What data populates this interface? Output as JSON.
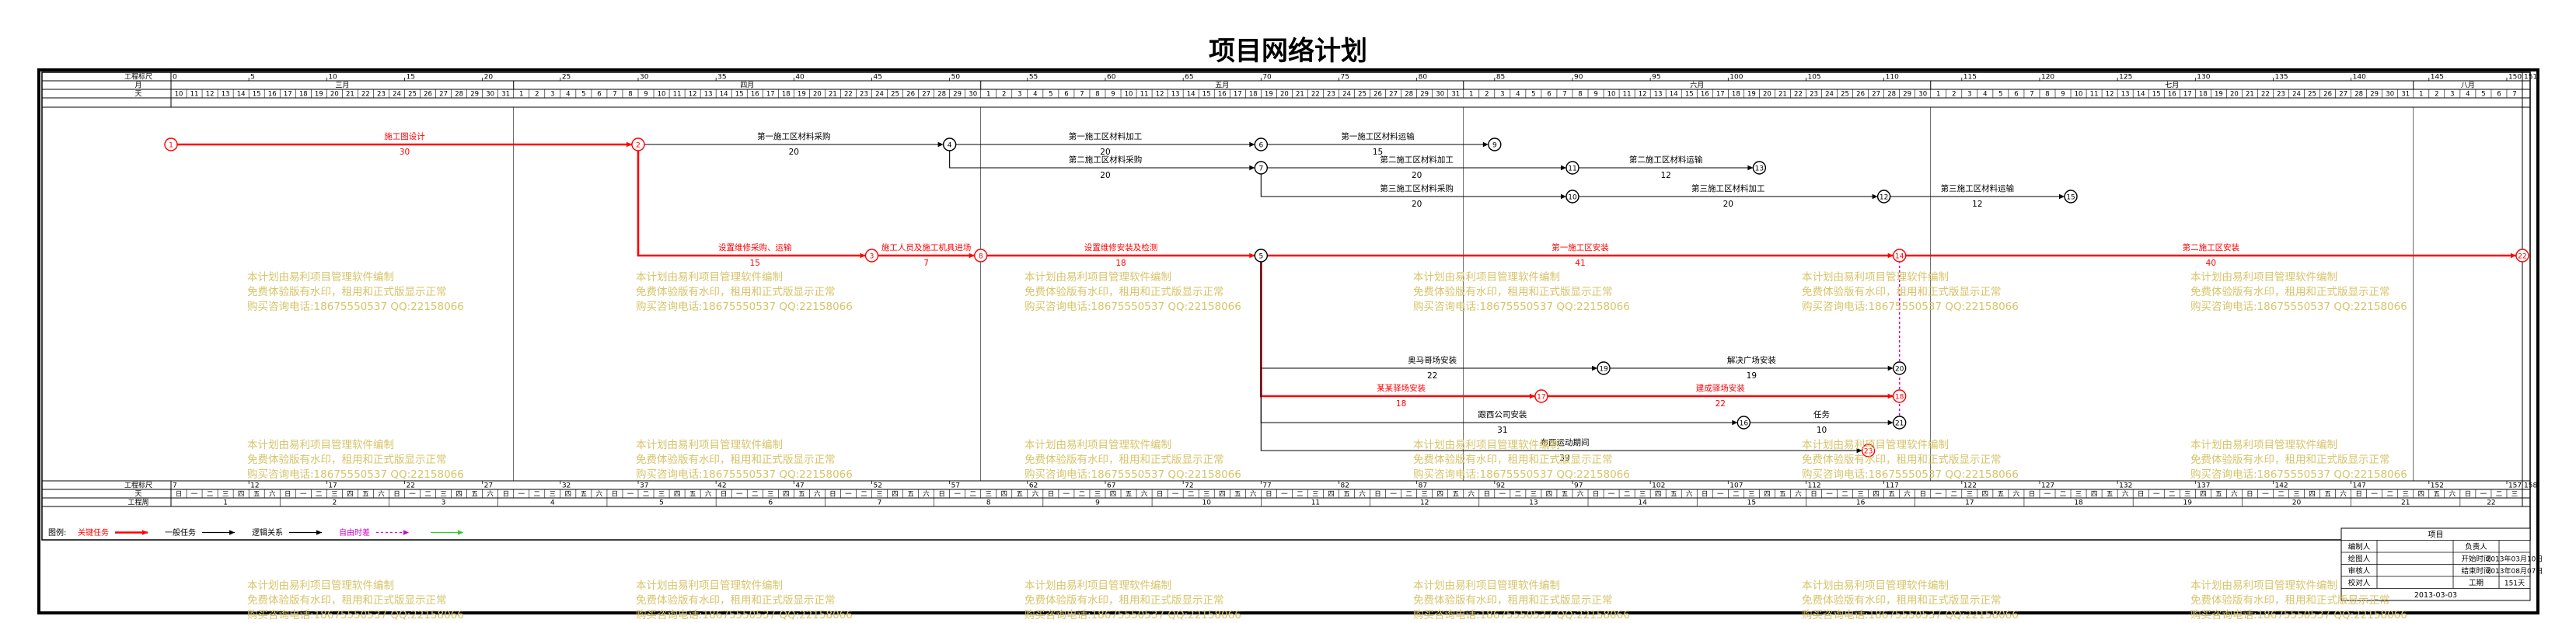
{
  "title": "项目网络计划",
  "header_labels": {
    "workday": "工程标尺",
    "month": "月",
    "day": "天",
    "week": "工程周"
  },
  "scale_ticks": [
    "0",
    "5",
    "10",
    "15",
    "20",
    "25",
    "30",
    "35",
    "40",
    "45",
    "50",
    "55",
    "60",
    "65",
    "70",
    "75",
    "80",
    "85",
    "90",
    "95",
    "100",
    "105",
    "110",
    "115",
    "120",
    "125",
    "130",
    "135",
    "140",
    "145",
    "150",
    "151"
  ],
  "months": [
    "三月",
    "四月",
    "五月",
    "六月",
    "七月",
    "八月"
  ],
  "days": {
    "march": [
      "10",
      "11",
      "12",
      "13",
      "14",
      "15",
      "16",
      "17",
      "18",
      "19",
      "20",
      "21",
      "22",
      "23",
      "24",
      "25",
      "26",
      "27",
      "28",
      "29",
      "30",
      "31"
    ],
    "april": [
      "1",
      "2",
      "3",
      "4",
      "5",
      "6",
      "7",
      "8",
      "9",
      "10",
      "11",
      "12",
      "13",
      "14",
      "15",
      "16",
      "17",
      "18",
      "19",
      "20",
      "21",
      "22",
      "23",
      "24",
      "25",
      "26",
      "27",
      "28",
      "29",
      "30"
    ],
    "may": [
      "1",
      "2",
      "3",
      "4",
      "5",
      "6",
      "7",
      "8",
      "9",
      "10",
      "11",
      "12",
      "13",
      "14",
      "15",
      "16",
      "17",
      "18",
      "19",
      "20",
      "21",
      "22",
      "23",
      "24",
      "25",
      "26",
      "27",
      "28",
      "29",
      "30",
      "31"
    ],
    "june": [
      "1",
      "2",
      "3",
      "4",
      "5",
      "6",
      "7",
      "8",
      "9",
      "10",
      "11",
      "12",
      "13",
      "14",
      "15",
      "16",
      "17",
      "18",
      "19",
      "20",
      "21",
      "22",
      "23",
      "24",
      "25",
      "26",
      "27",
      "28",
      "29",
      "30"
    ],
    "july": [
      "1",
      "2",
      "3",
      "4",
      "5",
      "6",
      "7",
      "8",
      "9",
      "10",
      "11",
      "12",
      "13",
      "14",
      "15",
      "16",
      "17",
      "18",
      "19",
      "20",
      "21",
      "22",
      "23",
      "24",
      "25",
      "26",
      "27",
      "28",
      "29",
      "30",
      "31"
    ],
    "august": [
      "1",
      "2",
      "3",
      "4",
      "5",
      "6",
      "7"
    ]
  },
  "bottom_ticks": [
    "7",
    "12",
    "17",
    "22",
    "27",
    "32",
    "37",
    "42",
    "47",
    "52",
    "57",
    "62",
    "67",
    "72",
    "77",
    "82",
    "87",
    "92",
    "97",
    "102",
    "107",
    "112",
    "117",
    "122",
    "127",
    "132",
    "137",
    "142",
    "147",
    "152",
    "157",
    "158"
  ],
  "weekday_names": [
    "日",
    "一",
    "二",
    "三",
    "四",
    "五",
    "六"
  ],
  "week_numbers": [
    "1",
    "2",
    "3",
    "4",
    "5",
    "6",
    "7",
    "8",
    "9",
    "10",
    "11",
    "12",
    "13",
    "14",
    "15",
    "16",
    "17",
    "18",
    "19",
    "20",
    "21",
    "22"
  ],
  "nodes": [
    {
      "id": "1",
      "critical": true
    },
    {
      "id": "2",
      "critical": true
    },
    {
      "id": "3",
      "critical": true
    },
    {
      "id": "4",
      "critical": false
    },
    {
      "id": "5",
      "critical": false
    },
    {
      "id": "6",
      "critical": false
    },
    {
      "id": "7",
      "critical": false
    },
    {
      "id": "8",
      "critical": true
    },
    {
      "id": "9",
      "critical": false
    },
    {
      "id": "10",
      "critical": false
    },
    {
      "id": "11",
      "critical": false
    },
    {
      "id": "12",
      "critical": false
    },
    {
      "id": "13",
      "critical": false
    },
    {
      "id": "14",
      "critical": true
    },
    {
      "id": "15",
      "critical": false
    },
    {
      "id": "16",
      "critical": false
    },
    {
      "id": "17",
      "critical": true
    },
    {
      "id": "18",
      "critical": true
    },
    {
      "id": "19",
      "critical": false
    },
    {
      "id": "20",
      "critical": false
    },
    {
      "id": "21",
      "critical": false
    },
    {
      "id": "22",
      "critical": true
    },
    {
      "id": "23",
      "critical": true
    }
  ],
  "tasks": [
    {
      "name": "施工图设计",
      "duration": "30",
      "from": "1",
      "to": "2",
      "critical": true
    },
    {
      "name": "第一施工区材料采购",
      "duration": "20",
      "from": "2",
      "to": "4",
      "critical": false
    },
    {
      "name": "设置维修采购、运输",
      "duration": "15",
      "from": "2",
      "to": "3",
      "critical": true
    },
    {
      "name": "施工人员及施工机具进场",
      "duration": "7",
      "from": "3",
      "to": "8",
      "critical": true
    },
    {
      "name": "第一施工区材料加工",
      "duration": "20",
      "from": "4",
      "to": "6",
      "critical": false
    },
    {
      "name": "第二施工区材料采购",
      "duration": "20",
      "from": "4",
      "to": "7",
      "critical": false
    },
    {
      "name": "第一施工区材料运输",
      "duration": "15",
      "from": "6",
      "to": "9",
      "critical": false
    },
    {
      "name": "第二施工区材料加工",
      "duration": "20",
      "from": "7",
      "to": "11",
      "critical": false
    },
    {
      "name": "第三施工区材料采购",
      "duration": "20",
      "from": "7",
      "to": "10",
      "critical": false
    },
    {
      "name": "第二施工区材料运输",
      "duration": "12",
      "from": "11",
      "to": "13",
      "critical": false
    },
    {
      "name": "第三施工区材料加工",
      "duration": "20",
      "from": "10",
      "to": "12",
      "critical": false
    },
    {
      "name": "第三施工区材料运输",
      "duration": "12",
      "from": "12",
      "to": "15",
      "critical": false
    },
    {
      "name": "设置维修安装及检测",
      "duration": "18",
      "from": "8",
      "to": "5",
      "critical": true
    },
    {
      "name": "第一施工区安装",
      "duration": "41",
      "from": "5",
      "to": "14",
      "critical": true
    },
    {
      "name": "第二施工区安装",
      "duration": "40",
      "from": "14",
      "to": "22",
      "critical": true
    },
    {
      "name": "奥马哥场安装",
      "duration": "22",
      "from": "5",
      "to": "19",
      "critical": false
    },
    {
      "name": "解决广场安装",
      "duration": "19",
      "from": "19",
      "to": "20",
      "critical": false
    },
    {
      "name": "某某驿场安装",
      "duration": "18",
      "from": "5",
      "to": "17",
      "critical": true
    },
    {
      "name": "建成驿场安装",
      "duration": "22",
      "from": "17",
      "to": "18",
      "critical": true
    },
    {
      "name": "跟西公司安装",
      "duration": "31",
      "from": "5",
      "to": "16",
      "critical": false
    },
    {
      "name": "任务",
      "duration": "10",
      "from": "16",
      "to": "21",
      "critical": false
    },
    {
      "name": "布西运动期间",
      "duration": "39",
      "from": "5",
      "to": "23",
      "critical": false
    }
  ],
  "legend": {
    "label": "图例:",
    "items": [
      {
        "label": "关键任务",
        "color": "#ff0000"
      },
      {
        "label": "一般任务",
        "color": "#000000"
      },
      {
        "label": "逻辑关系",
        "color": "#000000"
      },
      {
        "label": "自由时差",
        "color": "#cc00cc"
      },
      {
        "label": "",
        "color": "#33cc33"
      }
    ]
  },
  "info_table": {
    "project_label": "项目",
    "rows": [
      {
        "label": "编制人",
        "key": "负责人",
        "value": ""
      },
      {
        "label": "绘图人",
        "key": "开始时间",
        "value": "2013年03月10日"
      },
      {
        "label": "审核人",
        "key": "结束时间",
        "value": "2013年08月07日"
      },
      {
        "label": "校对人",
        "key": "工期",
        "value": "151天"
      }
    ],
    "date": "2013-03-03"
  },
  "watermark": {
    "line1": "本计划由易利项目管理软件编制",
    "line2": "免费体验版有水印，租用和正式版显示正常",
    "line3": "购买咨询电话:18675550537 QQ:22158066"
  },
  "colors": {
    "critical": "#ff0000",
    "normal": "#000000",
    "free_float": "#cc00cc",
    "watermark": "#d6c46a"
  }
}
